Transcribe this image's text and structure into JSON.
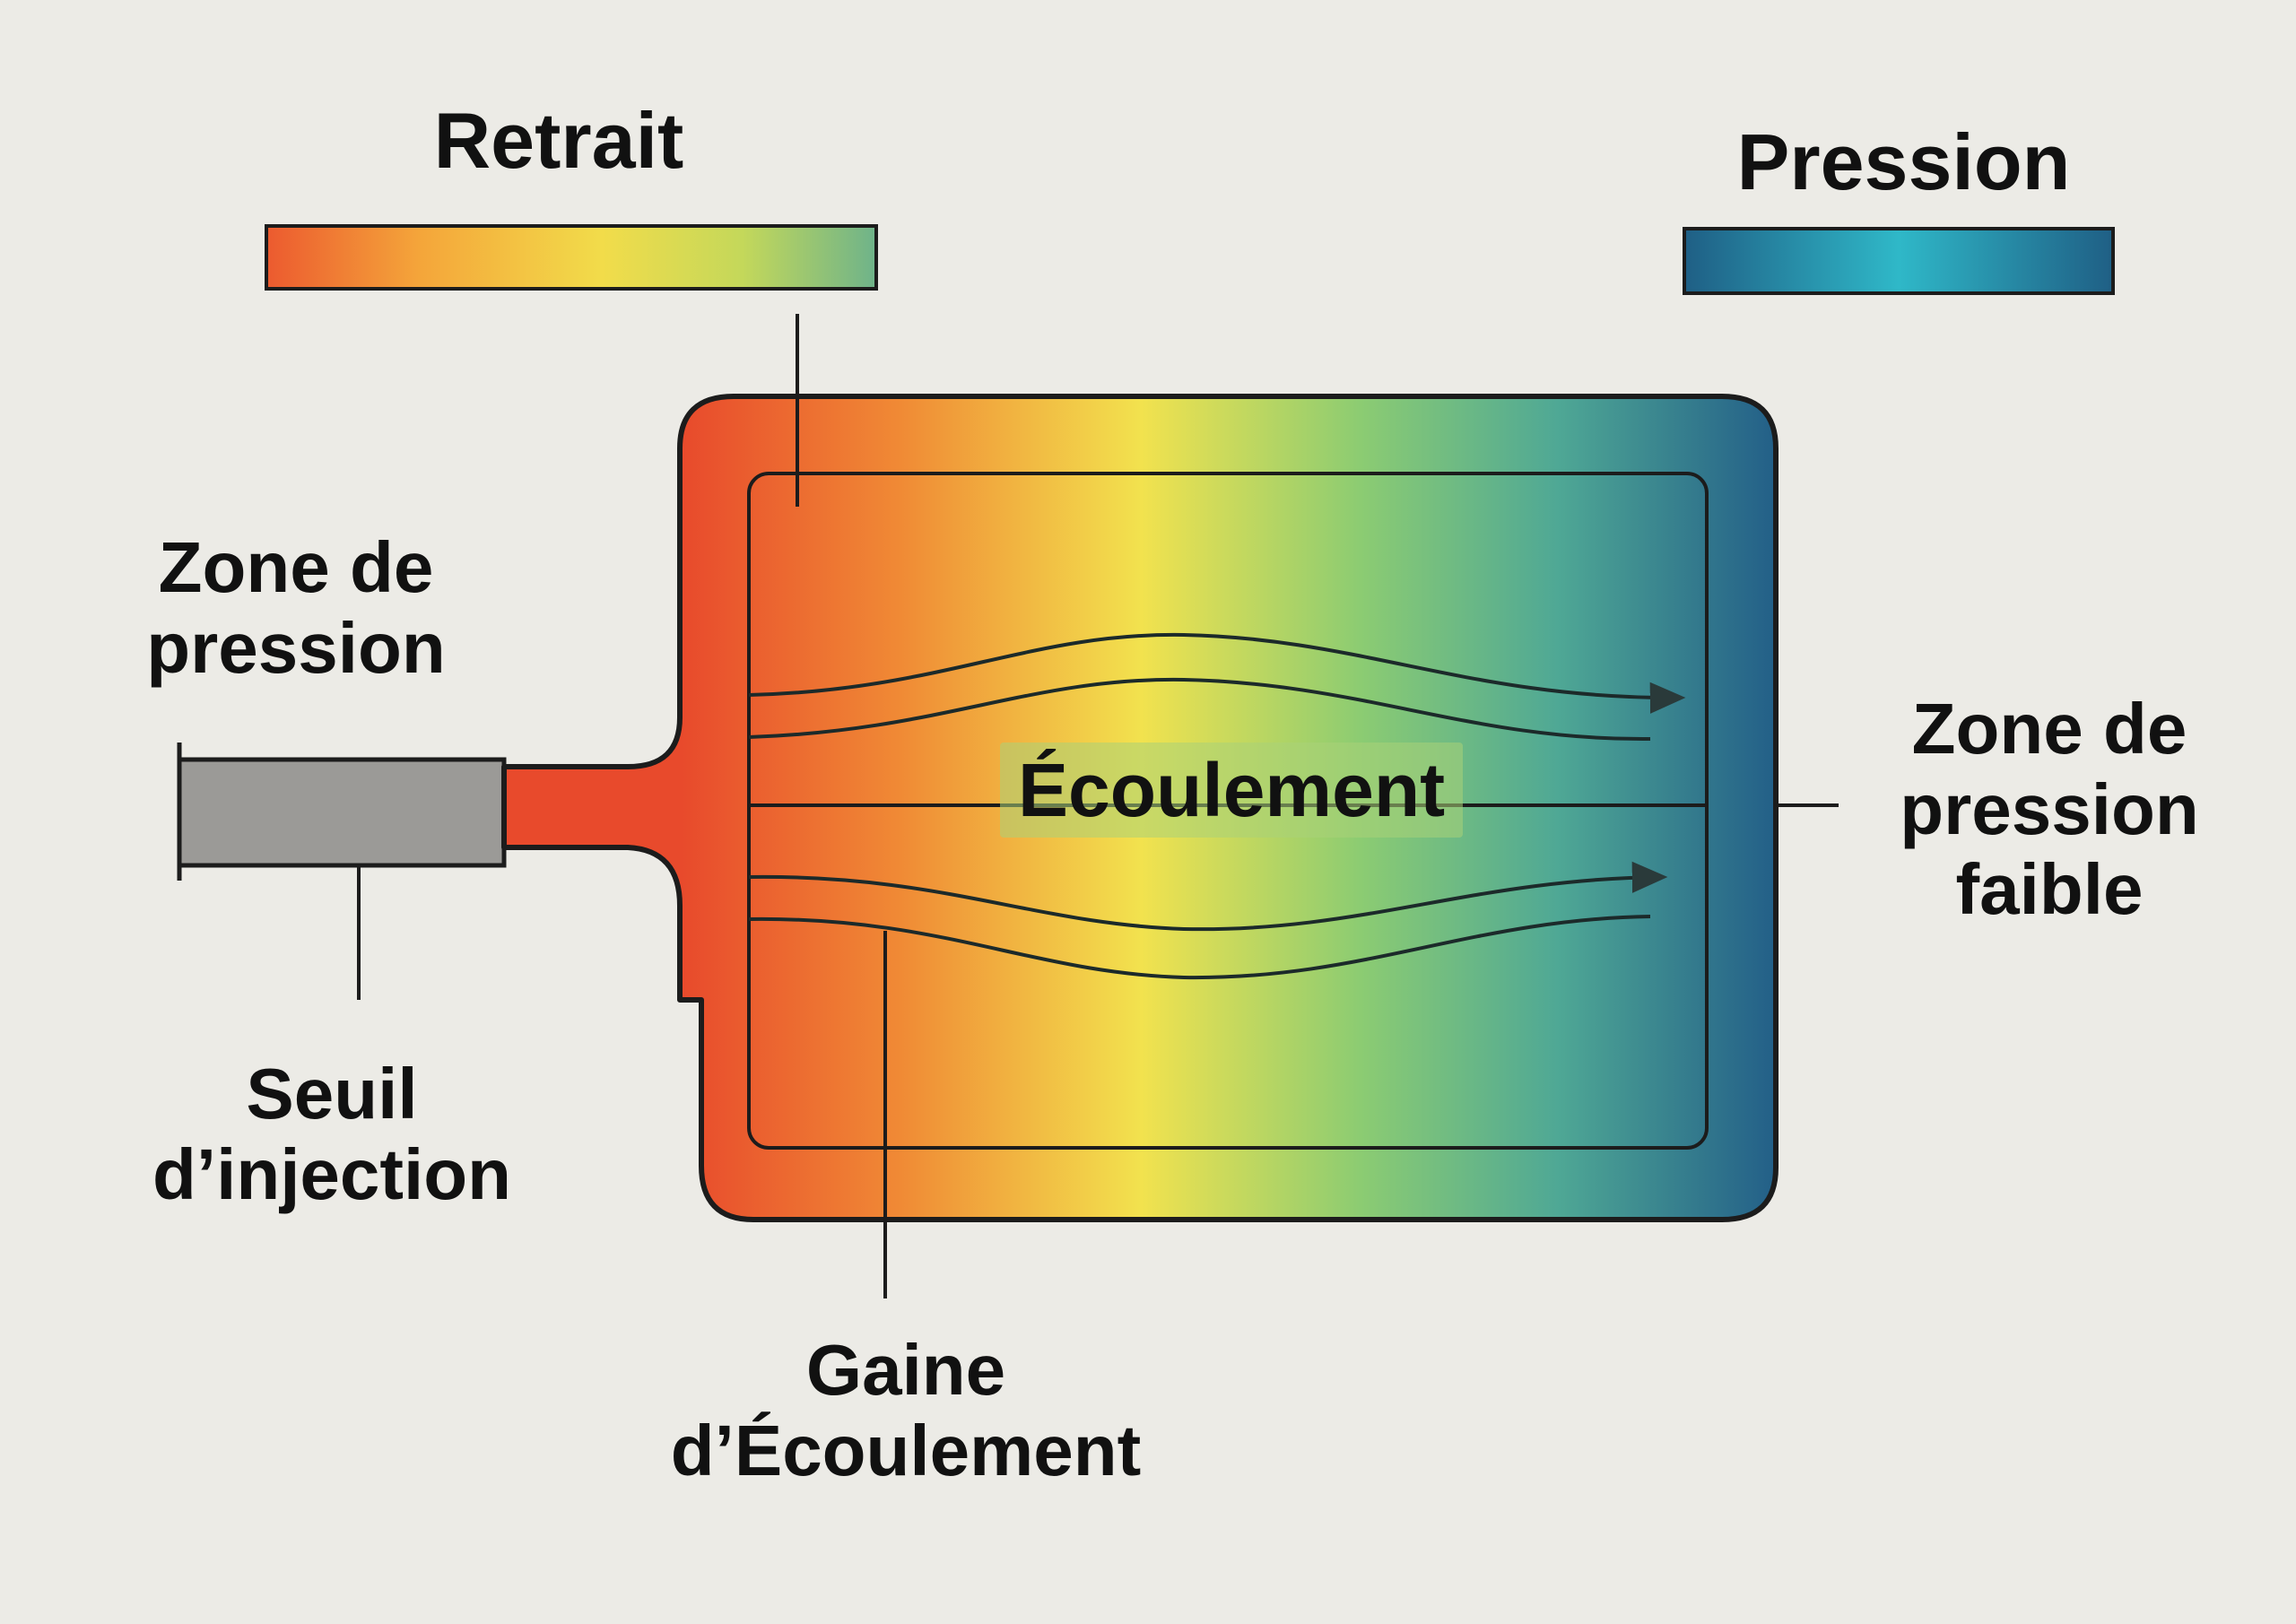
{
  "legend": {
    "retrait": {
      "title": "Retrait",
      "gradient": [
        "#ec5a2f",
        "#f4a53a",
        "#f2dc4a",
        "#c4d85a",
        "#6eb38a"
      ]
    },
    "pression": {
      "title": "Pression",
      "gradient": [
        "#1f5f85",
        "#2fb8c8",
        "#1f5f85"
      ]
    }
  },
  "labels": {
    "zone_pression": [
      "Zone de",
      "pression"
    ],
    "seuil_injection": [
      "Seuil",
      "d’injection"
    ],
    "ecoulement": "Écoulement",
    "gaine_ecoulement": [
      "Gaine",
      "d’Écoulement"
    ],
    "zone_pression_faible": [
      "Zone de",
      "pression",
      "faible"
    ]
  },
  "colors": {
    "background": "#ecebe6",
    "mold_gradient": [
      "#e84a2c",
      "#f08a35",
      "#f2e24e",
      "#8ccc72",
      "#4fa895",
      "#235f88"
    ],
    "nozzle": "#9b9a97",
    "outline": "#1c1c1c"
  }
}
